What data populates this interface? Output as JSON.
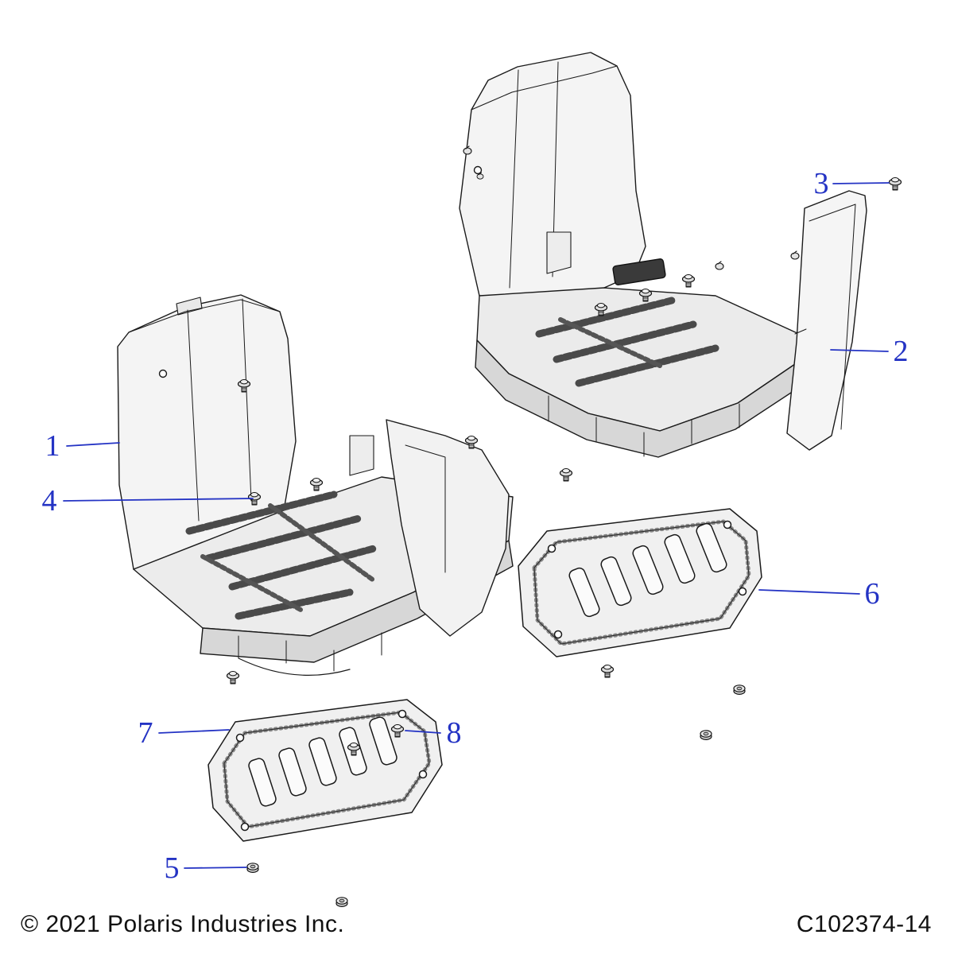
{
  "figure": {
    "copyright": "© 2021 Polaris Industries Inc.",
    "part_code": "C102374-14"
  },
  "callouts": [
    {
      "label": "1"
    },
    {
      "label": "2"
    },
    {
      "label": "3"
    },
    {
      "label": "4"
    },
    {
      "label": "5"
    },
    {
      "label": "6"
    },
    {
      "label": "7"
    },
    {
      "label": "8"
    }
  ]
}
